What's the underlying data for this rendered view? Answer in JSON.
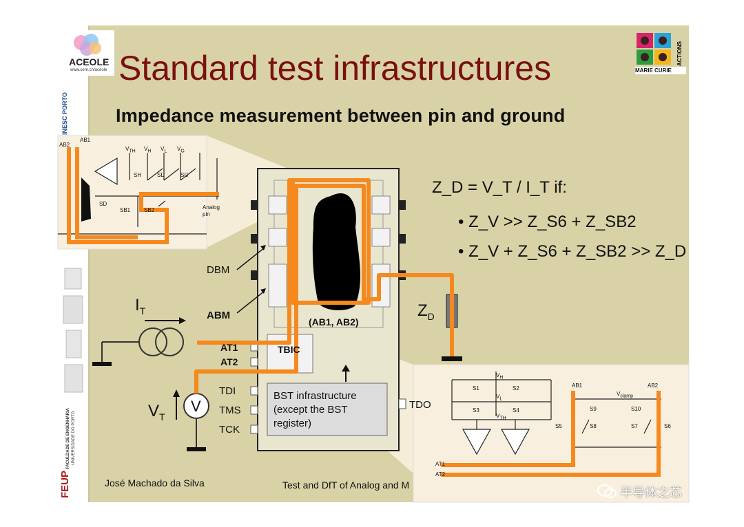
{
  "header": {
    "title": "Standard test infrastructures",
    "subtitle": "Impedance measurement between pin and ground"
  },
  "logos": {
    "aceole_name": "ACEOLE",
    "aceole_url": "www.cern.ch/aceole",
    "inesc": "INESC PORTO",
    "feup": "FEUP",
    "feup_faculty": "FACULDADE DE ENGENHARIA",
    "feup_univ": "UNIVERSIDADE DO PORTO",
    "marie_curie": "MARIE CURIE",
    "actions": "ACTIONS"
  },
  "formula": {
    "main": "Z_D = V_T / I_T if:",
    "conditions": [
      "Z_V >> Z_S6 + Z_SB2",
      "Z_V + Z_S6 + Z_SB2 >> Z_D"
    ]
  },
  "diagram": {
    "dbm": "DBM",
    "abm": "ABM",
    "it": "I",
    "it_sub": "T",
    "vt": "V",
    "vt_sub": "T",
    "v_symbol": "V",
    "zd": "Z",
    "zd_sub": "D",
    "core_label": "(AB1, AB2)",
    "at1": "AT1",
    "at2": "AT2",
    "tbic": "TBIC",
    "tdi": "TDI",
    "tms": "TMS",
    "tck": "TCK",
    "tdo": "TDO",
    "bst_box": [
      "BST infrastructure",
      "(except the BST",
      "register)"
    ]
  },
  "inset_top": {
    "ab1": "AB1",
    "ab2": "AB2",
    "vth": "V",
    "vth_sub": "TH",
    "vh": "V",
    "vh_sub": "H",
    "vl": "V",
    "vl_sub": "L",
    "vg": "V",
    "vg_sub": "G",
    "sh": "SH",
    "sl": "SL",
    "sg": "SG",
    "sd": "SD",
    "sb1": "SB1",
    "sb2": "SB2",
    "analog_pin": [
      "Analog",
      "pin"
    ]
  },
  "inset_bottom": {
    "vh": "V",
    "vh_sub": "H",
    "vl": "V",
    "vl_sub": "L",
    "vth": "V",
    "vth_sub": "TH",
    "vclamp": "V",
    "vclamp_sub": "clamp",
    "ab1": "AB1",
    "ab2": "AB2",
    "at1": "AT1",
    "at2": "AT2",
    "switches": [
      "S1",
      "S2",
      "S3",
      "S4",
      "S5",
      "S6",
      "S7",
      "S8",
      "S9",
      "S10"
    ]
  },
  "footer": {
    "author": "José Machado da Silva",
    "course": "Test and DfT of Analog and M"
  },
  "watermark": "半导体之芯",
  "colors": {
    "slide_bg": "#d8d2a6",
    "title": "#7a1010",
    "trace": "#f5891e",
    "inset_bg": "#f9efdf"
  }
}
